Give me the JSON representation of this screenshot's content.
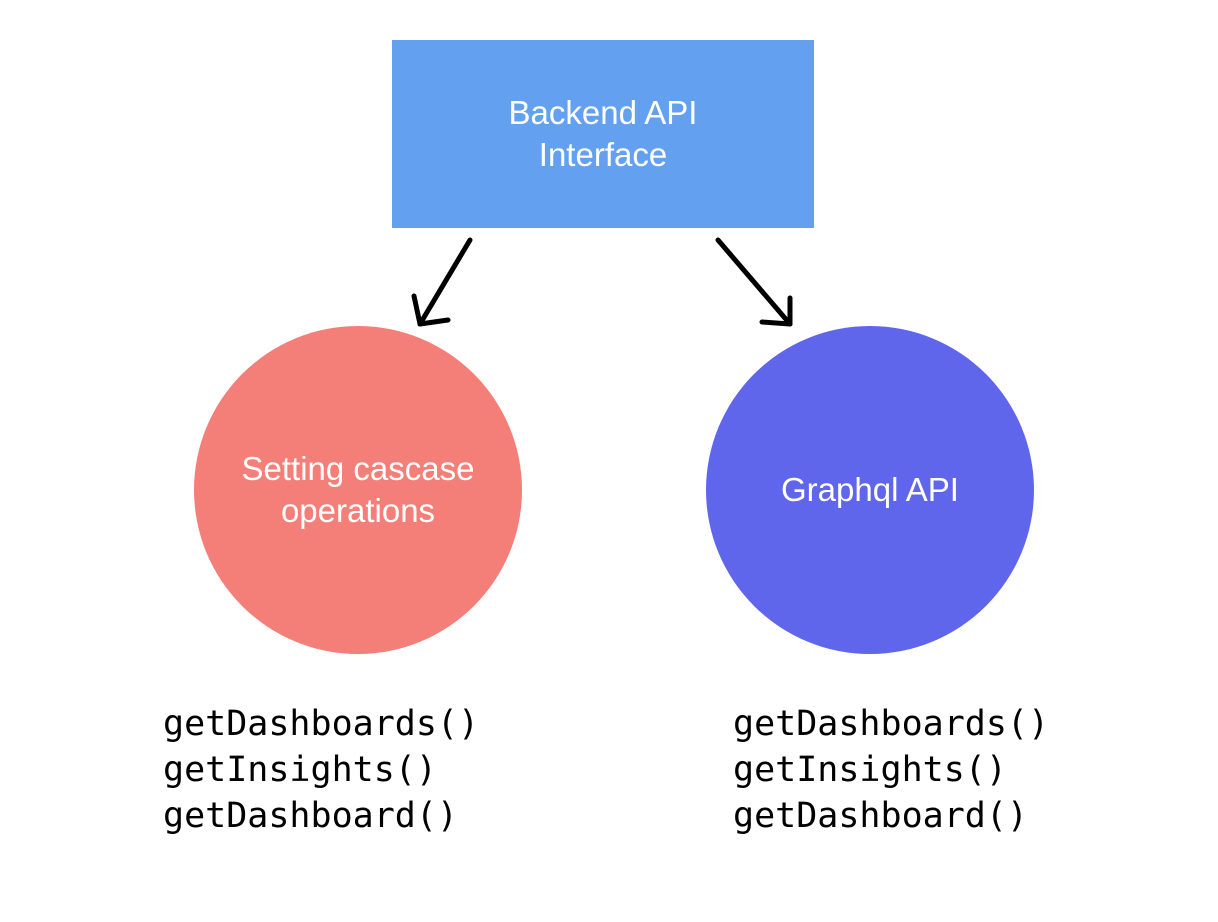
{
  "diagram": {
    "top_box": {
      "line1": "Backend API",
      "line2": "Interface",
      "color": "#63a1f0"
    },
    "left_node": {
      "line1": "Setting cascase",
      "line2": "operations",
      "color": "#f47f78"
    },
    "right_node": {
      "label": "Graphql API",
      "color": "#5f66ec"
    },
    "left_methods": [
      "getDashboards()",
      "getInsights()",
      "getDashboard()"
    ],
    "right_methods": [
      "getDashboards()",
      "getInsights()",
      "getDashboard()"
    ]
  }
}
